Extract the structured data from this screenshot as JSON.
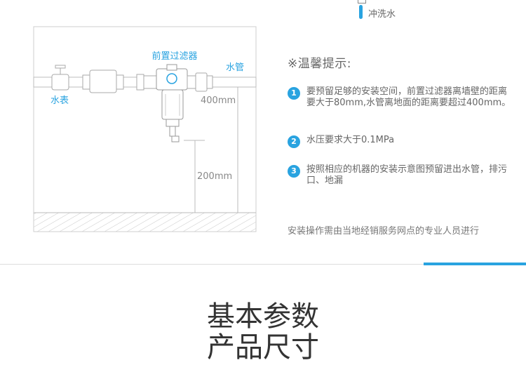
{
  "top": {
    "flush_label": "冲洗水"
  },
  "diagram": {
    "filter_label": "前置过滤器",
    "pipe_label": "水管",
    "meter_label": "水表",
    "dim_400": "400mm",
    "dim_200": "200mm"
  },
  "tips": {
    "title": "※温馨提示:",
    "items": [
      {
        "num": "1",
        "text": "要预留足够的安装空间，前置过滤器离墙壁的距离要大于80mm,水管离地面的距离要超过400mm。"
      },
      {
        "num": "2",
        "text": "水压要求大于0.1MPa"
      },
      {
        "num": "3",
        "text": "按照相应的机器的安装示意图预留进出水管，排污口、地漏"
      }
    ],
    "footnote": "安装操作需由当地经销服务网点的专业人员进行"
  },
  "section": {
    "title_line1": "基本参数",
    "title_line2": "产品尺寸"
  },
  "colors": {
    "accent": "#29a3e0",
    "text": "#666666",
    "line": "#cccccc"
  }
}
